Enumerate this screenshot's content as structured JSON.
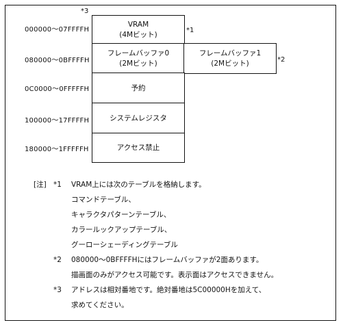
{
  "map": {
    "marks": {
      "base": "*3",
      "vram": "*1",
      "fb1": "*2"
    },
    "addresses": [
      "000000～07FFFFH",
      "080000～0BFFFFH",
      "0C0000～0FFFFFH",
      "100000～17FFFFH",
      "180000～1FFFFFH"
    ],
    "blocks": {
      "vram": {
        "name": "VRAM",
        "size": "(4Mビット)"
      },
      "fb0": {
        "name": "フレームバッファ0",
        "size": "(2Mビット)"
      },
      "fb1": {
        "name": "フレームバッファ1",
        "size": "(2Mビット)"
      },
      "reserved": "予約",
      "sysreg": "システムレジスタ",
      "noaccess": "アクセス禁止"
    }
  },
  "notes": {
    "heading": "[注]",
    "n1": {
      "mark": "*1",
      "lines": [
        "VRAM上には次のテーブルを格納します。",
        "コマンドテーブル、",
        "キャラクタパターンテーブル、",
        "カラールックアップテーブル、",
        "グーローシェーディングテーブル"
      ]
    },
    "n2": {
      "mark": "*2",
      "lines": [
        "080000～0BFFFFHにはフレームバッファが2面あります。",
        "描画面のみがアクセス可能です。表示面はアクセスできません。"
      ]
    },
    "n3": {
      "mark": "*3",
      "lines": [
        "アドレスは相対番地です。絶対番地は5C00000Hを加えて、",
        "求めてください。"
      ]
    }
  }
}
